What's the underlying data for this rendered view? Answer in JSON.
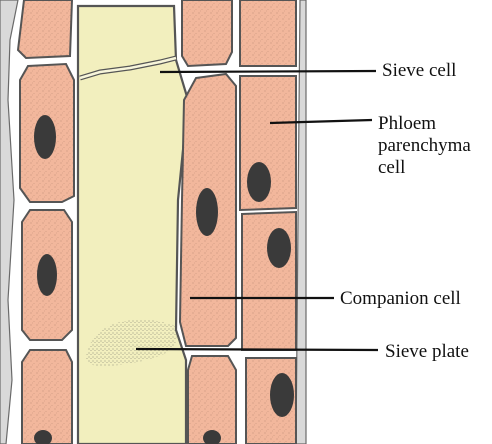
{
  "labels": {
    "sieve_cell": "Sieve cell",
    "phloem_parenchyma": [
      "Phloem",
      "parenchyma",
      "cell"
    ],
    "companion_cell": "Companion cell",
    "sieve_plate": "Sieve plate"
  },
  "colors": {
    "cell_fill": "#f2b79c",
    "sieve_tube_fill": "#f2efbe",
    "nucleus": "#3a3a3a",
    "cell_wall": "#6a6a6a",
    "wall_gap": "#d9d9d9",
    "leader_line": "#111111"
  }
}
